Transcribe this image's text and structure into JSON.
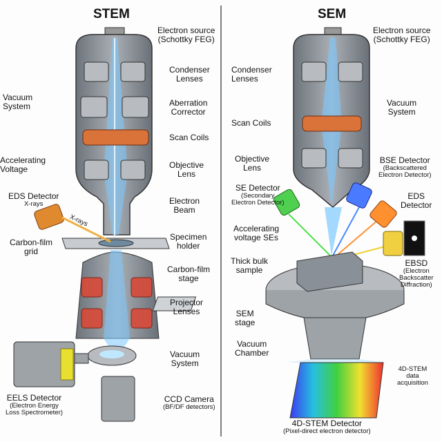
{
  "stem": {
    "title": "STEM",
    "electron_source": "Electron source",
    "electron_source_sub": "(Schottky FEG)",
    "condenser": "Condenser\nLenses",
    "vacuum": "Vacuum\nSystem",
    "aberration": "Aberration\nCorrector",
    "scan_coils": "Scan Coils",
    "accelerating": "Accelerating\nVoltage",
    "objective": "Objective\nLens",
    "eds": "EDS Detector",
    "eds_sub": "X-rays",
    "xrays": "X-rays",
    "electron_beam": "Electron\nBeam",
    "carbon_grid": "Carbon-film\ngrid",
    "specimen_holder": "Specimen\nholder",
    "carbon_stage": "Carbon-film\nstage",
    "projector": "Projector\nLenses",
    "vacuum2": "Vacuum\nSystem",
    "eels": "EELS Detector",
    "eels_sub": "(Electron Energy\nLoss Spectrometer)",
    "ccd": "CCD Camera",
    "ccd_sub": "(BF/DF detectors)"
  },
  "sem": {
    "title": "SEM",
    "electron_source": "Electron source",
    "electron_source_sub": "(Schottky FEG)",
    "condenser": "Condenser\nLenses",
    "vacuum": "Vacuum\nSystem",
    "scan_coils": "Scan Coils",
    "objective": "Objective\nLens",
    "bse": "BSE Detector",
    "bse_sub": "(Backscattered\nElectron Detector)",
    "se": "SE Detector",
    "se_sub": "(Secondary\nElectron Detector)",
    "eds": "EDS\nDetector",
    "accel_se": "Accelerating\nvoltage SEs",
    "bulk": "Thick bulk\nsample",
    "ebsd": "EBSD",
    "ebsd_sub": "(Electron\nBackscatter\nDiffraction)",
    "stage": "SEM\nstage",
    "chamber": "Vacuum\nChamber",
    "acq": "4D-STEM\ndata\nacquisition",
    "detector4d": "4D-STEM Detector",
    "detector4d_sub": "(Pixel-direct electron detector)"
  },
  "colors": {
    "beam": "#3aa8ff",
    "column": "#8a9097",
    "coil": "#d9733a",
    "red": "#e33a2a"
  }
}
